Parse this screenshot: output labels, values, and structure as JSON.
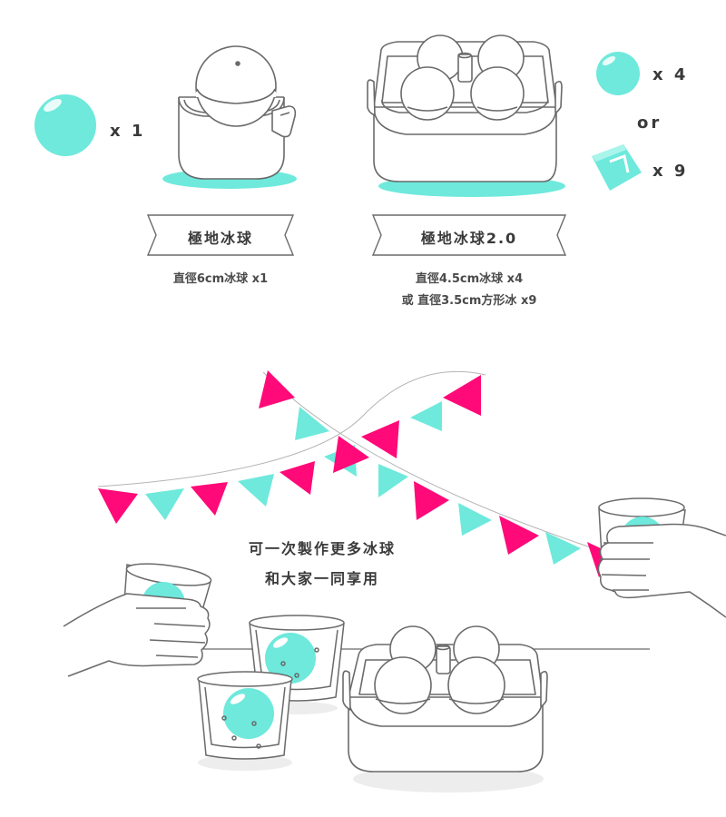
{
  "colors": {
    "teal": "#6ee9dc",
    "magenta": "#ff0a78",
    "line": "#6a6a6a",
    "shadow": "#ededed"
  },
  "left_product": {
    "count": "x 1",
    "name": "極地冰球",
    "desc": "直徑6cm冰球 x1"
  },
  "right_product": {
    "count_balls": "x 4",
    "or": "or",
    "count_cubes": "x 9",
    "name": "極地冰球2.0",
    "desc_line1": "直徑4.5cm冰球 x4",
    "desc_line2": "或 直徑3.5cm方形冰 x9"
  },
  "tagline": {
    "line1": "可一次製作更多冰球",
    "line2": "和大家一同享用"
  },
  "icons": [
    "ice-ball-icon",
    "ice-cube-icon",
    "ice-ball-mold-illustration",
    "ice-ball-mold-2-illustration",
    "bunting-flags",
    "glass-illustration",
    "hand-illustration"
  ]
}
